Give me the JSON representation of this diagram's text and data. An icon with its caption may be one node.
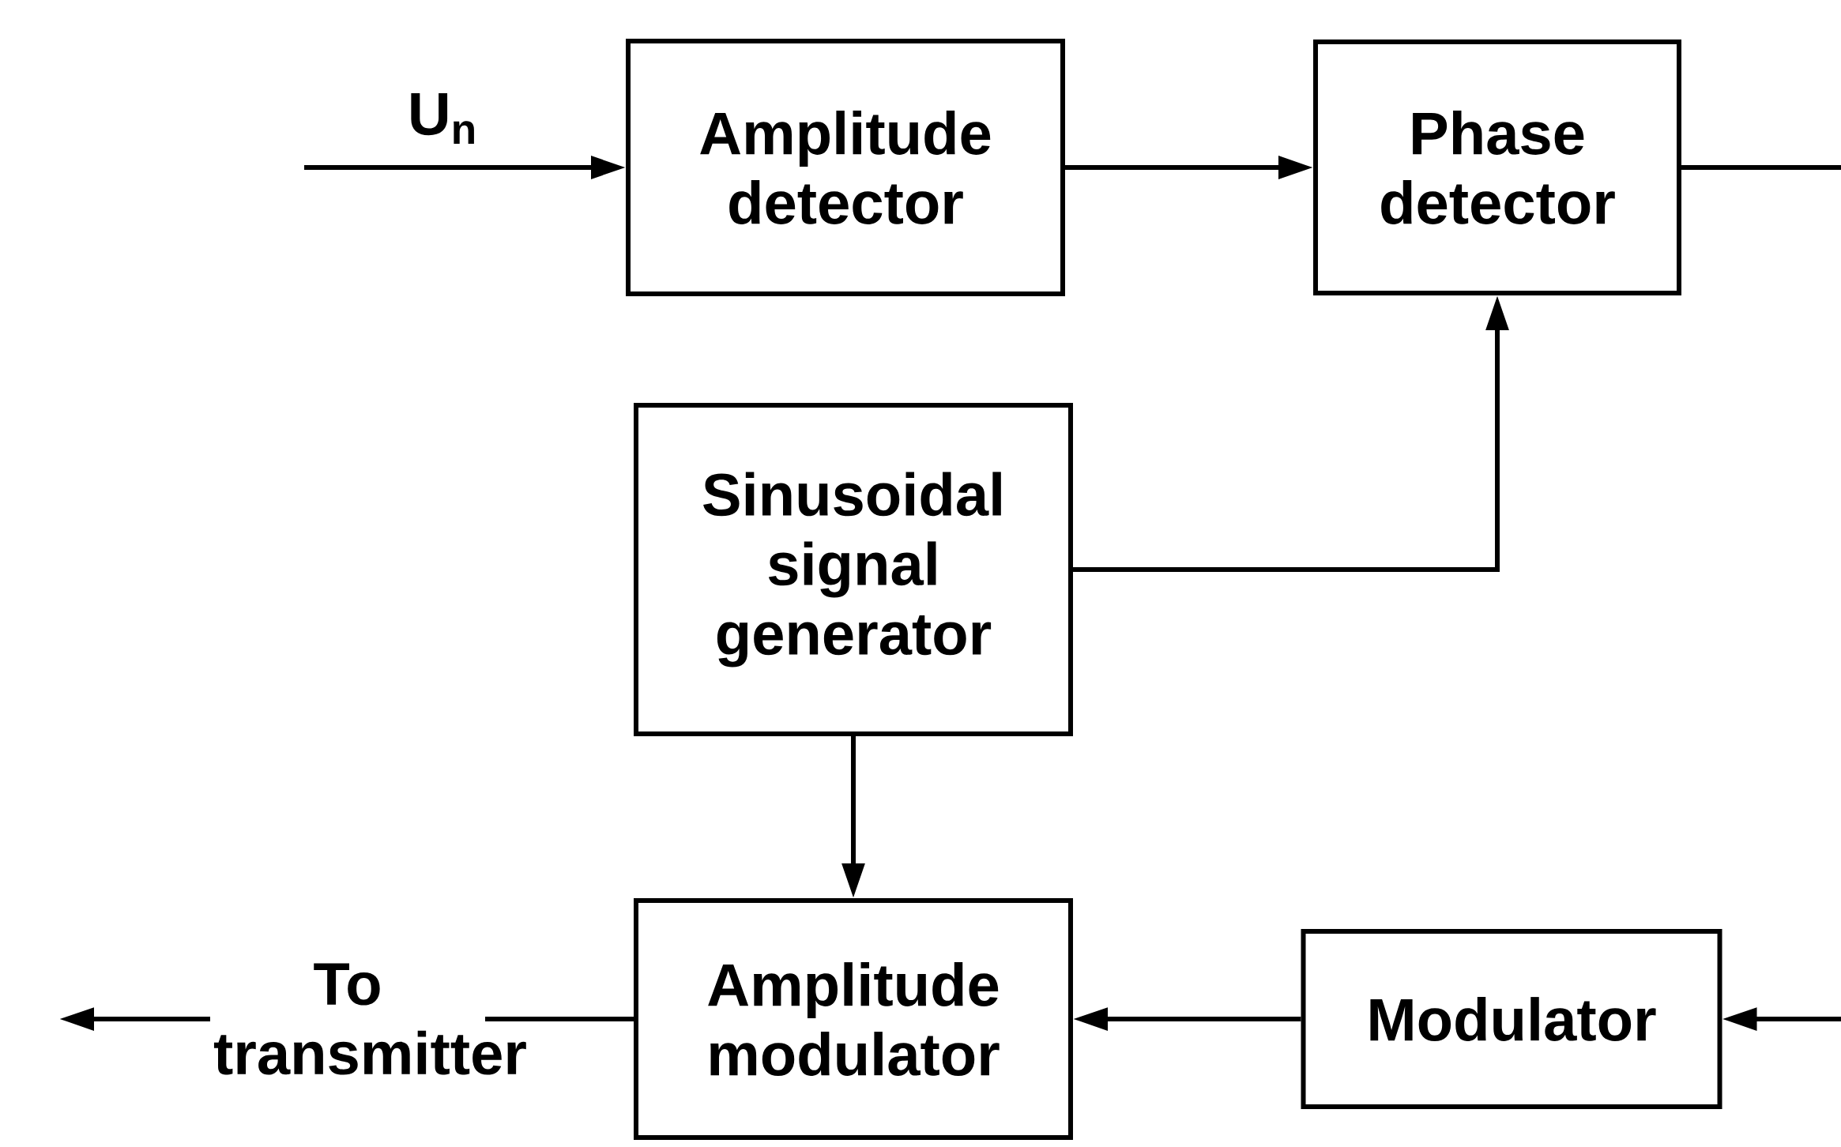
{
  "diagram": {
    "nodes": [
      {
        "text": [
          "Amplitude detector"
        ]
      },
      {
        "text": [
          "Phase detector"
        ]
      },
      {
        "text": [
          "Sinusoidal signal generator"
        ]
      },
      {
        "text": [
          "Amplitude modulator"
        ]
      },
      {
        "text": [
          "Modulator"
        ]
      }
    ],
    "edges": [
      {
        "from": null,
        "to": 0,
        "arrow": "to",
        "label": "U$_{n}$"
      },
      {
        "from": 0,
        "to": 1,
        "arrow": "to"
      },
      {
        "from": 1,
        "to": null,
        "arrow": "none"
      },
      {
        "from": 2,
        "to": 1,
        "arrow": "to"
      },
      {
        "from": 2,
        "to": 3,
        "arrow": "to"
      },
      {
        "from": 4,
        "to": 3,
        "arrow": "to"
      },
      {
        "from": null,
        "to": 4,
        "arrow": "to"
      },
      {
        "from": 3,
        "to": null,
        "arrow": "to",
        "label": "To transmitter"
      }
    ]
  }
}
